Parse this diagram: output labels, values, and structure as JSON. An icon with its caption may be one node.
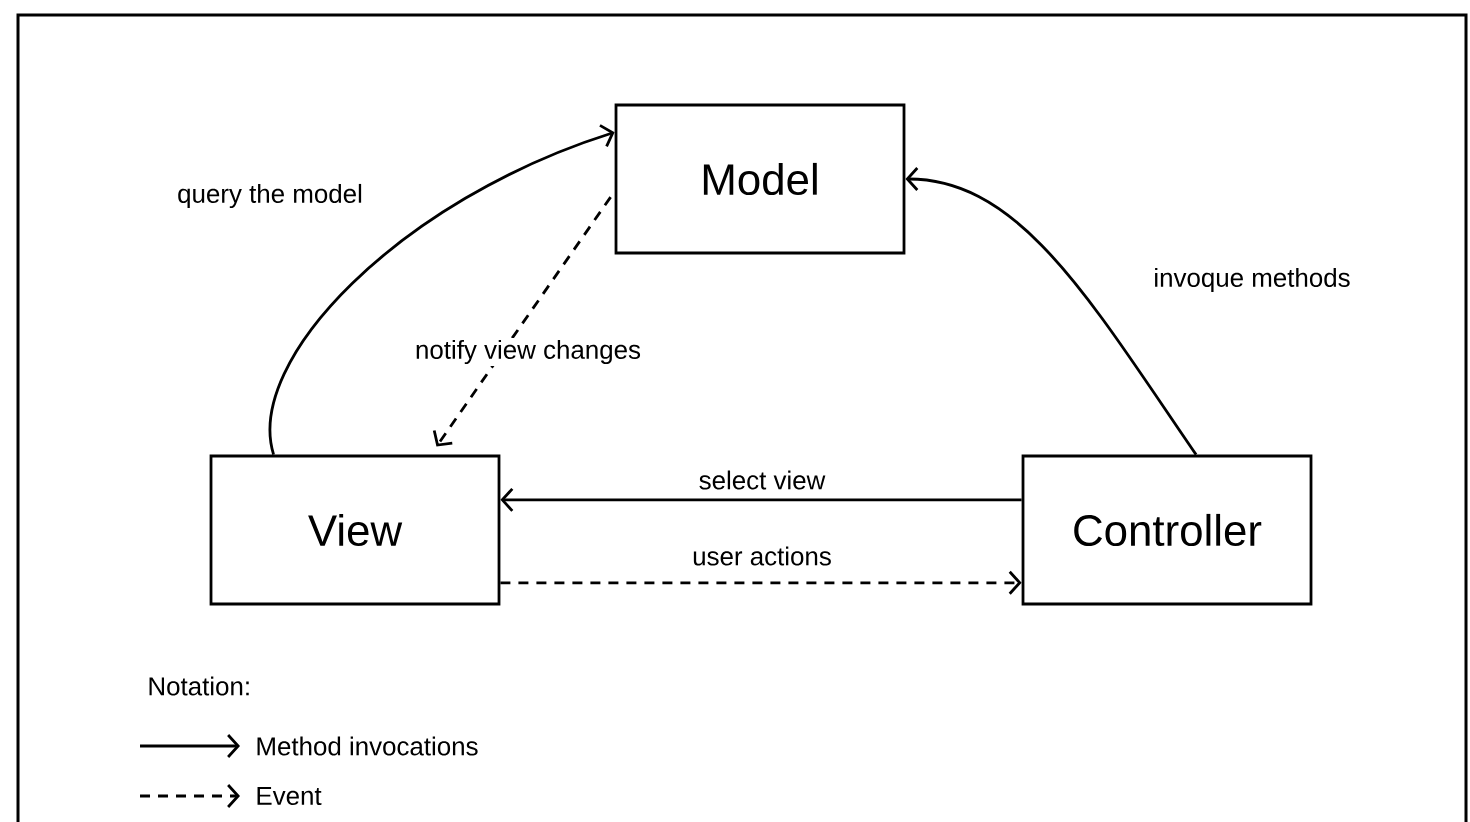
{
  "diagram": {
    "nodes": [
      {
        "text": [
          "Model"
        ]
      },
      {
        "text": [
          "View"
        ]
      },
      {
        "text": [
          "Controller"
        ]
      }
    ],
    "edges": [
      {
        "from": 1,
        "to": 0,
        "arrow": "to",
        "label": "query the model"
      },
      {
        "from": 0,
        "to": 1,
        "arrow": "to",
        "label": "notify view changes",
        "style": "dashed"
      },
      {
        "from": 2,
        "to": 0,
        "arrow": "to",
        "label": "invoque methods"
      },
      {
        "from": 2,
        "to": 1,
        "arrow": "to",
        "label": "select view"
      },
      {
        "from": 1,
        "to": 2,
        "arrow": "to",
        "label": "user actions",
        "style": "dashed"
      }
    ],
    "labels": [
      "Notation:"
    ],
    "legend": [
      {
        "text": "Method invocations"
      },
      {
        "text": "Event"
      }
    ]
  }
}
